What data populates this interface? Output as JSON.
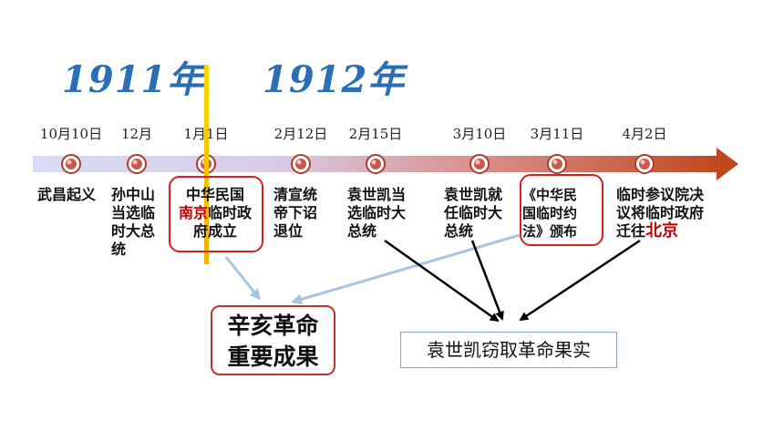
{
  "years": [
    "1911年",
    "1912年"
  ],
  "dates": [
    "10月10日",
    "12月",
    "1月1日",
    "2月12日",
    "2月15日",
    "3月10日",
    "3月11日",
    "4月2日"
  ],
  "events": [
    {
      "lines": [
        "武昌起义"
      ]
    },
    {
      "lines": [
        "孙中山",
        "当选临",
        "时大总",
        "统"
      ]
    },
    {
      "line1": "中华民国",
      "line2_red": "南京",
      "line2_rest": "临时政",
      "line3": "府成立"
    },
    {
      "lines": [
        "清宣统",
        "帝下诏",
        "退位"
      ]
    },
    {
      "lines": [
        "袁世凯当",
        "选临时大",
        "总统"
      ]
    },
    {
      "lines": [
        "袁世凯就",
        "任临时大",
        "总统"
      ]
    },
    {
      "lines": [
        "《中华民",
        "国临时约",
        "法》颁布"
      ]
    },
    {
      "line1": "临时参议院决",
      "line2": "议将临时政府",
      "line3_pre": "迁往",
      "line3_red": "北京"
    }
  ],
  "results": {
    "revolution": [
      "辛亥革命",
      "重要成果"
    ],
    "usurp": "袁世凯窃取革命果实"
  },
  "colors": {
    "year": "#2a6fb5",
    "timeline_start": "#d8dcf5",
    "timeline_end": "#c0461c",
    "highlight_border": "#d4201e",
    "gold": "#f2b100",
    "light_arrow": "#a7c5e3"
  }
}
